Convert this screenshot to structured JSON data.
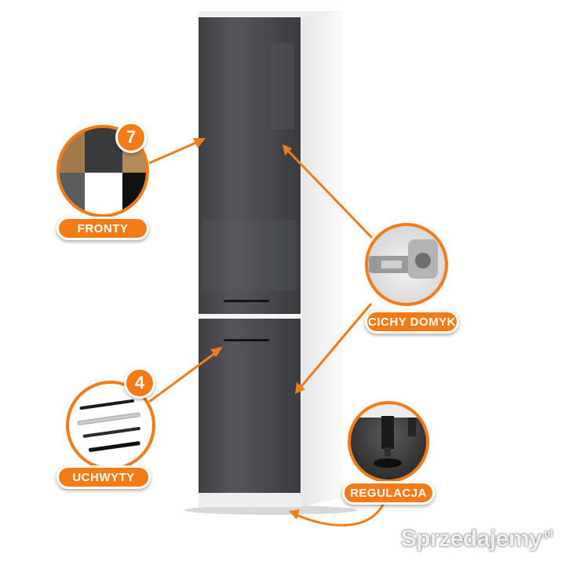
{
  "labels": {
    "fronty": "FRONTY",
    "fronty_count": "7",
    "uchwyty": "UCHWYTY",
    "uchwyty_count": "4",
    "cichy_domyk": "CICHY DOMYK",
    "regulacja": "REGULACJA"
  },
  "watermark": {
    "brand": "Sprzedajemy",
    "tld": ".pl"
  },
  "colors": {
    "accent": "#f47b16",
    "front": "#4a4b4e",
    "body": "#f2f2f2"
  }
}
